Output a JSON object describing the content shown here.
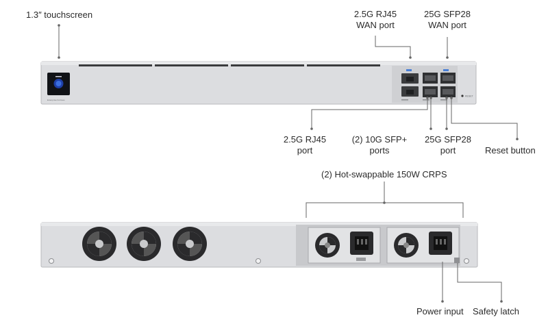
{
  "front_labels": {
    "touchscreen": "1.3″ touchscreen",
    "wan_rj45_line1": "2.5G RJ45",
    "wan_rj45_line2": "WAN port",
    "wan_sfp28_line1": "25G SFP28",
    "wan_sfp28_line2": "WAN port",
    "lan_rj45_line1": "2.5G RJ45",
    "lan_rj45_line2": "port",
    "sfp_plus_line1": "(2) 10G SFP+",
    "sfp_plus_line2": "ports",
    "lan_sfp28_line1": "25G SFP28",
    "lan_sfp28_line2": "port",
    "reset": "Reset button"
  },
  "rear_labels": {
    "psu": "(2) Hot-swappable 150W CRPS",
    "power_input": "Power input",
    "safety_latch": "Safety latch"
  },
  "device": {
    "model_text": "Enterprise Fortress",
    "reset_text": "RESET"
  },
  "colors": {
    "chassis": "#d9dadc",
    "chassis_edge": "#b9babd",
    "slot": "#3a3b3d",
    "fan": "#2a2a2c",
    "leader": "#666666",
    "text": "#2b2b2b"
  }
}
